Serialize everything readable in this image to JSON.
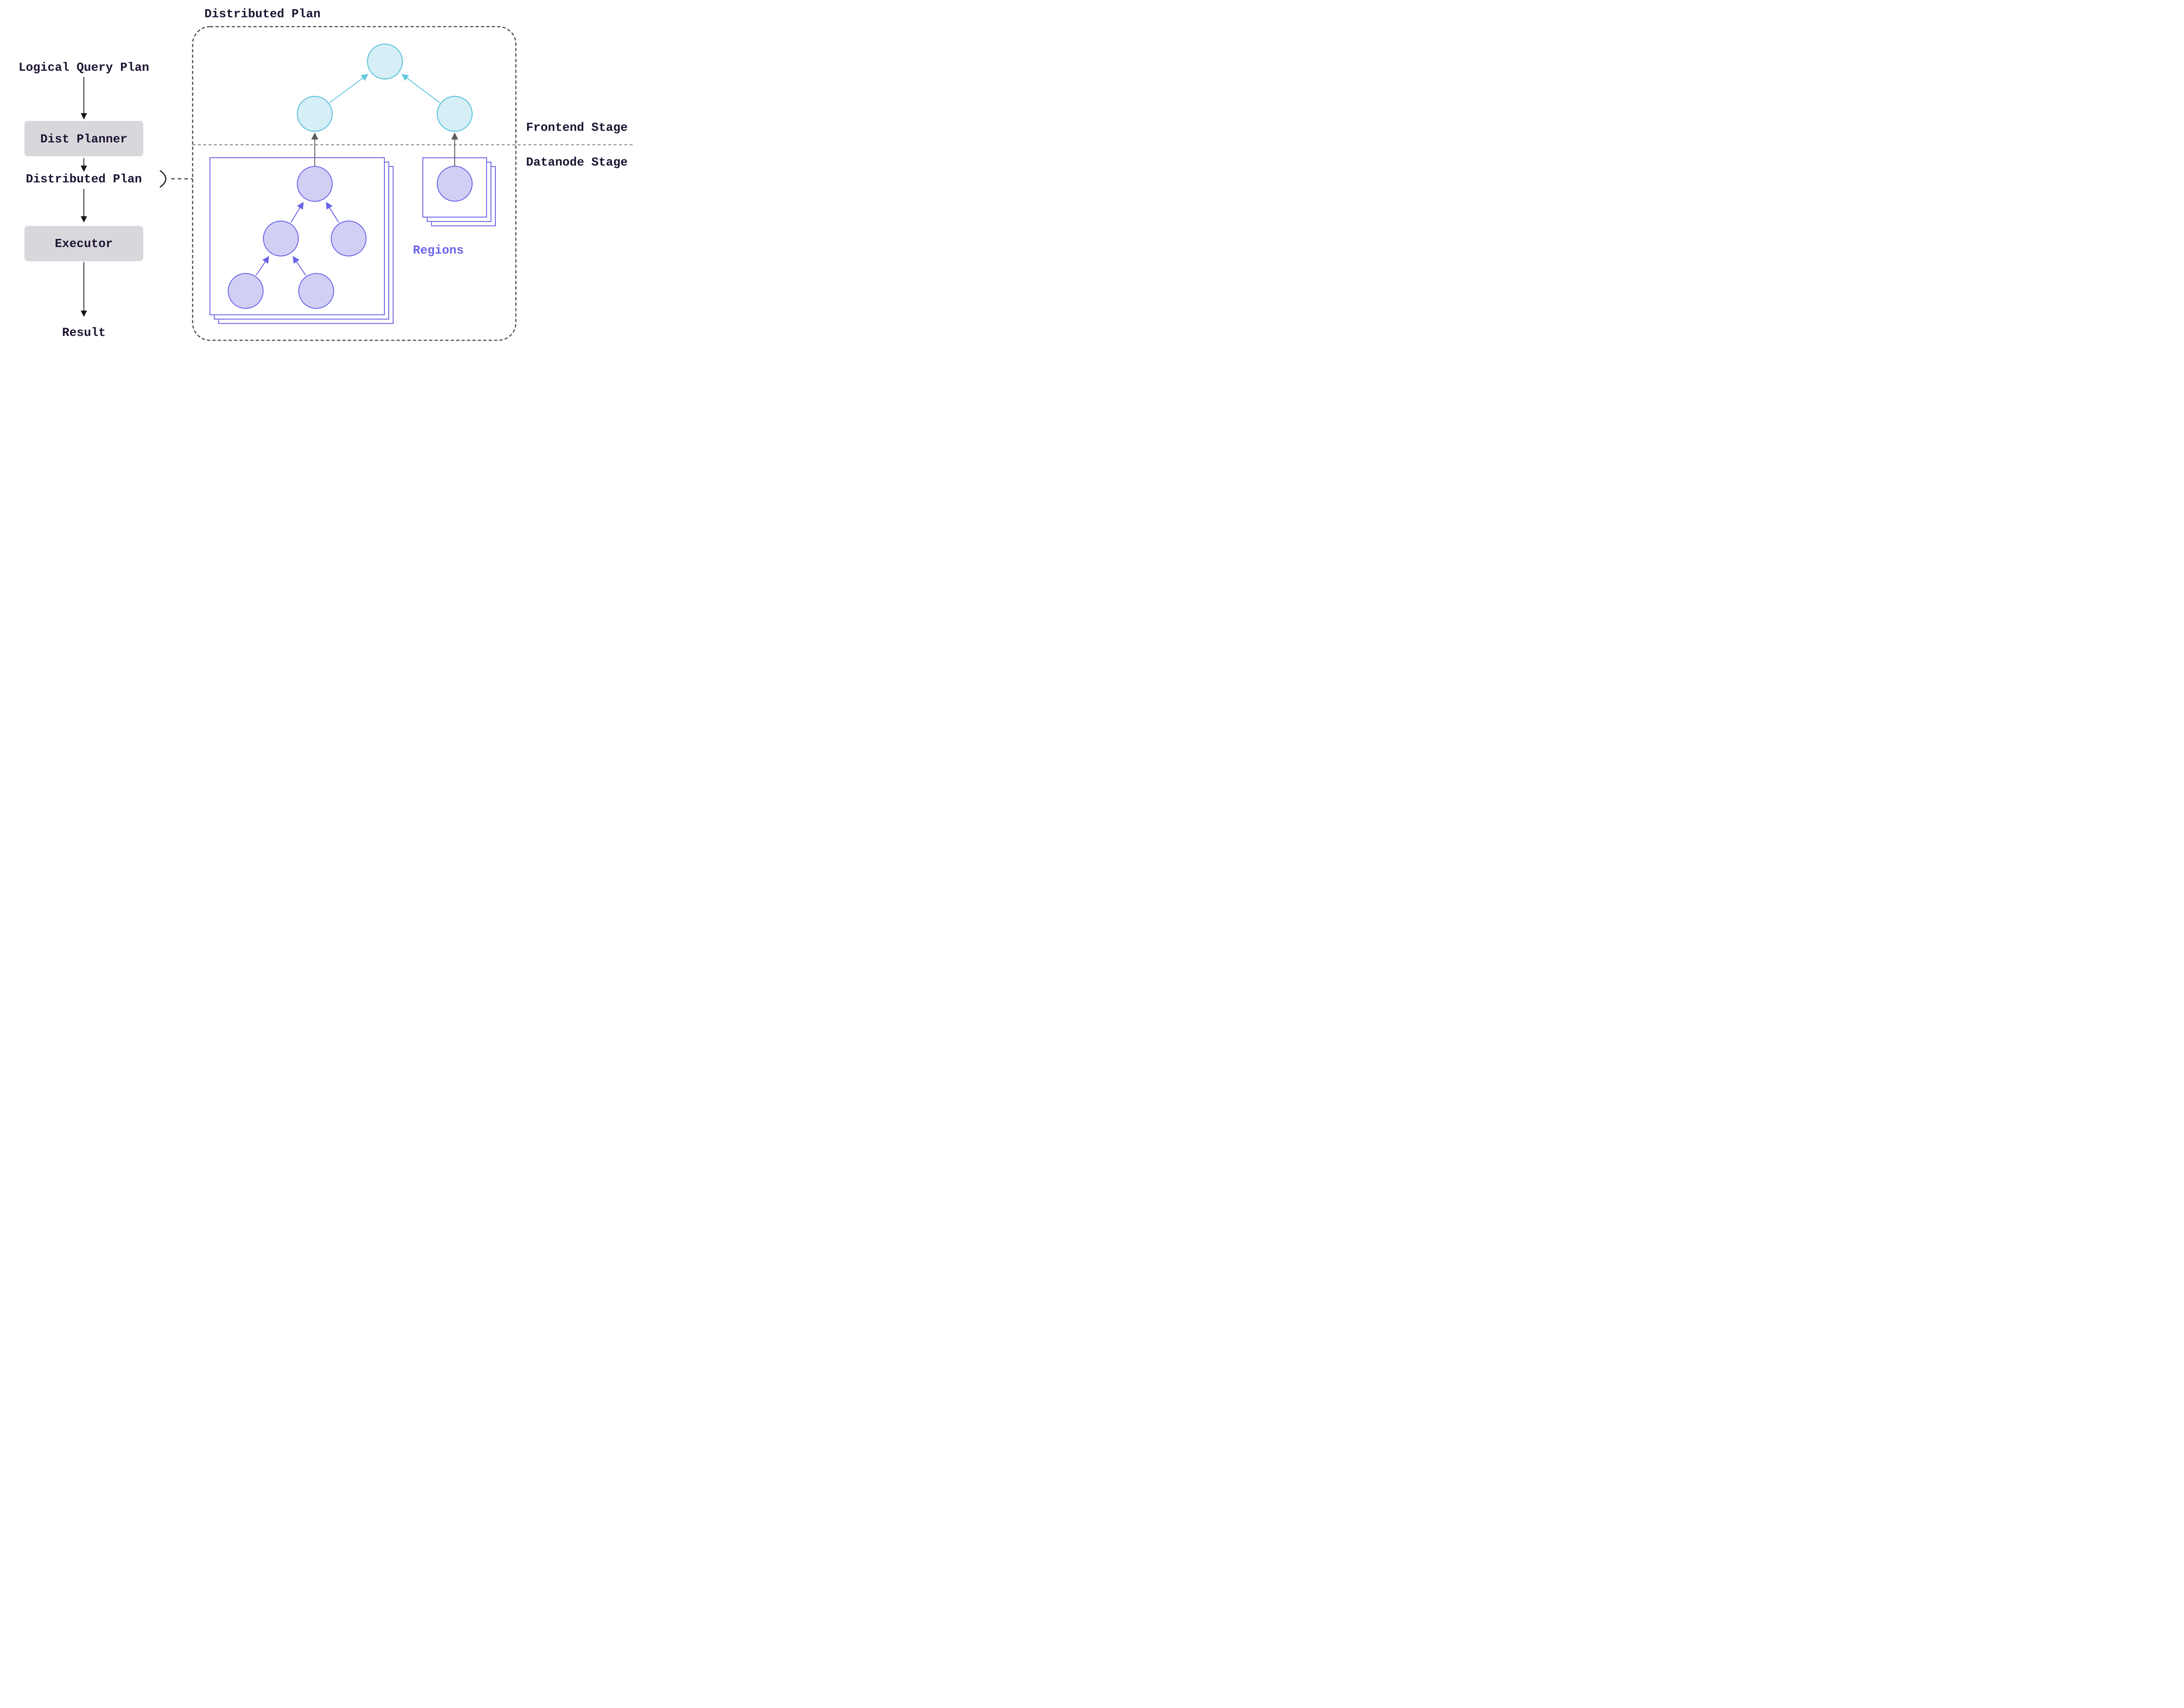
{
  "left_flow": {
    "input_label": "Logical Query Plan",
    "planner_label": "Dist Planner",
    "plan_label": "Distributed Plan",
    "executor_label": "Executor",
    "result_label": "Result"
  },
  "distributed_plan": {
    "title": "Distributed Plan",
    "frontend_stage_label": "Frontend Stage",
    "datanode_stage_label": "Datanode Stage",
    "regions_label": "Regions",
    "frontend_node_count": 3,
    "left_region_node_count": 5,
    "right_region_node_count": 1
  },
  "colors": {
    "ink": "#1e1433",
    "box_gray_fill": "#d8d7db",
    "cyan_stroke": "#5ec3dc",
    "cyan_fill": "#d6eef6",
    "cyan_arrow": "#62c9de",
    "purple_stroke": "#6963e6",
    "purple_fill": "#d2cff5",
    "regions_text": "#6a64e8",
    "outer_dash": "#4a4a4a",
    "stage_dash": "#7a7a7a",
    "connector_dash": "#161616",
    "gray_arrow": "#5a5a5a",
    "black_arrow": "#161616"
  }
}
